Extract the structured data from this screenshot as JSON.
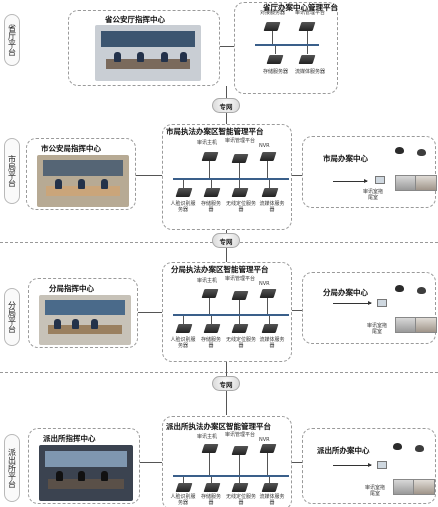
{
  "network_label": "专网",
  "tiers": [
    {
      "side_label": "省厅平台",
      "center_title": "省公安厅指挥中心",
      "platform_title": "省厅办案中心管理平台",
      "devices": {
        "top": "对接服务器",
        "mid": "审讯管理平台",
        "b1": "存储服务器",
        "b2": "流媒体服务器"
      }
    },
    {
      "side_label": "市局平台",
      "center_title": "市公安局指挥中心",
      "platform_title": "市局执法办案区智能管理平台",
      "top1": "审讯主机",
      "top2": "审讯管理平台",
      "top3": "NVR",
      "b1": "人脸识别服务器",
      "b2": "存储服务器",
      "b3": "无线定位服务器",
      "b4": "流媒体服务器",
      "right_title": "市局办案中心",
      "right_label": "审讯室拖尾室"
    },
    {
      "side_label": "分局平台",
      "center_title": "分局指挥中心",
      "platform_title": "分局执法办案区智能管理平台",
      "top1": "审讯主机",
      "top2": "审讯管理平台",
      "top3": "NVR",
      "b1": "人脸识别服务器",
      "b2": "存储服务器",
      "b3": "无线定位服务器",
      "b4": "流媒体服务器",
      "right_title": "分局办案中心",
      "right_label": "审讯室拖尾室"
    },
    {
      "side_label": "派出所平台",
      "center_title": "派出所指挥中心",
      "platform_title": "派出所执法办案区智能管理平台",
      "top1": "审讯主机",
      "top2": "审讯管理平台",
      "top3": "NVR",
      "b1": "人脸识别服务器",
      "b2": "存储服务器",
      "b3": "无线定位服务器",
      "b4": "流媒体服务器",
      "right_title": "派出所办案中心",
      "right_label": "审讯室拖尾室"
    }
  ]
}
